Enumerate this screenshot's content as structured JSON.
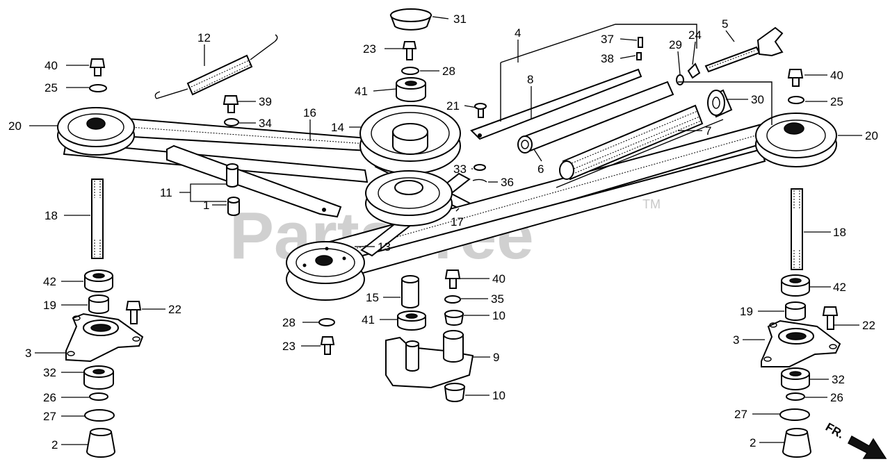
{
  "watermark": {
    "text": "PartsTree",
    "tm": "TM"
  },
  "direction": {
    "label": "FR."
  },
  "callouts": [
    {
      "id": "c31",
      "text": "31"
    },
    {
      "id": "c23a",
      "text": "23"
    },
    {
      "id": "c28a",
      "text": "28"
    },
    {
      "id": "c41a",
      "text": "41"
    },
    {
      "id": "c12",
      "text": "12"
    },
    {
      "id": "c40a",
      "text": "40"
    },
    {
      "id": "c25a",
      "text": "25"
    },
    {
      "id": "c39",
      "text": "39"
    },
    {
      "id": "c34",
      "text": "34"
    },
    {
      "id": "c16",
      "text": "16"
    },
    {
      "id": "c20a",
      "text": "20"
    },
    {
      "id": "c14",
      "text": "14"
    },
    {
      "id": "c21",
      "text": "21"
    },
    {
      "id": "c4",
      "text": "4"
    },
    {
      "id": "c8",
      "text": "8"
    },
    {
      "id": "c37",
      "text": "37"
    },
    {
      "id": "c38",
      "text": "38"
    },
    {
      "id": "c29",
      "text": "29"
    },
    {
      "id": "c24",
      "text": "24"
    },
    {
      "id": "c5",
      "text": "5"
    },
    {
      "id": "c40b",
      "text": "40"
    },
    {
      "id": "c25b",
      "text": "25"
    },
    {
      "id": "c30",
      "text": "30"
    },
    {
      "id": "c7",
      "text": "7"
    },
    {
      "id": "c20b",
      "text": "20"
    },
    {
      "id": "c6",
      "text": "6"
    },
    {
      "id": "c33",
      "text": "33"
    },
    {
      "id": "c36",
      "text": "36"
    },
    {
      "id": "c11",
      "text": "11"
    },
    {
      "id": "c1",
      "text": "1"
    },
    {
      "id": "c17",
      "text": "17"
    },
    {
      "id": "c18a",
      "text": "18"
    },
    {
      "id": "c13",
      "text": "13"
    },
    {
      "id": "c18b",
      "text": "18"
    },
    {
      "id": "c42a",
      "text": "42"
    },
    {
      "id": "c40c",
      "text": "40"
    },
    {
      "id": "c15",
      "text": "15"
    },
    {
      "id": "c35",
      "text": "35"
    },
    {
      "id": "c19a",
      "text": "19"
    },
    {
      "id": "c22a",
      "text": "22"
    },
    {
      "id": "c42b",
      "text": "42"
    },
    {
      "id": "c10a",
      "text": "10"
    },
    {
      "id": "c28b",
      "text": "28"
    },
    {
      "id": "c41b",
      "text": "41"
    },
    {
      "id": "c19b",
      "text": "19"
    },
    {
      "id": "c22b",
      "text": "22"
    },
    {
      "id": "c3a",
      "text": "3"
    },
    {
      "id": "c23b",
      "text": "23"
    },
    {
      "id": "c9",
      "text": "9"
    },
    {
      "id": "c3b",
      "text": "3"
    },
    {
      "id": "c32a",
      "text": "32"
    },
    {
      "id": "c32b",
      "text": "32"
    },
    {
      "id": "c26a",
      "text": "26"
    },
    {
      "id": "c10b",
      "text": "10"
    },
    {
      "id": "c26b",
      "text": "26"
    },
    {
      "id": "c27a",
      "text": "27"
    },
    {
      "id": "c27b",
      "text": "27"
    },
    {
      "id": "c2a",
      "text": "2"
    },
    {
      "id": "c2b",
      "text": "2"
    }
  ]
}
